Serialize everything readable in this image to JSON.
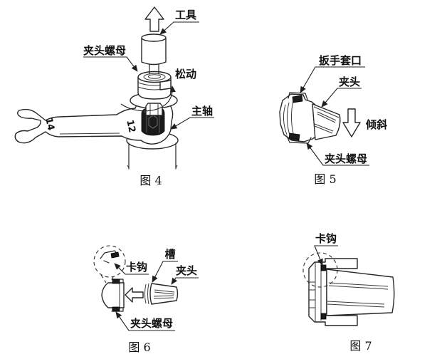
{
  "page": {
    "background": "#ffffff",
    "line_color": "#262626",
    "dark_fill": "#1b1b1b"
  },
  "figures": [
    {
      "caption": "图 4",
      "labels": {
        "tool": "工具",
        "collet_nut": "夹头螺母",
        "loosen": "松动",
        "spindle": "主轴",
        "wrench_size_left": "14",
        "wrench_size_right": "12"
      }
    },
    {
      "caption": "图 5",
      "labels": {
        "wrench_socket": "扳手套口",
        "collet": "夹头",
        "tilt": "倾斜",
        "collet_nut": "夹头螺母"
      }
    },
    {
      "caption": "图 6",
      "labels": {
        "hook": "卡钩",
        "slot": "槽",
        "collet": "夹头",
        "collet_nut": "夹头螺母"
      }
    },
    {
      "caption": "图 7",
      "labels": {
        "hook": "卡钩"
      }
    }
  ]
}
